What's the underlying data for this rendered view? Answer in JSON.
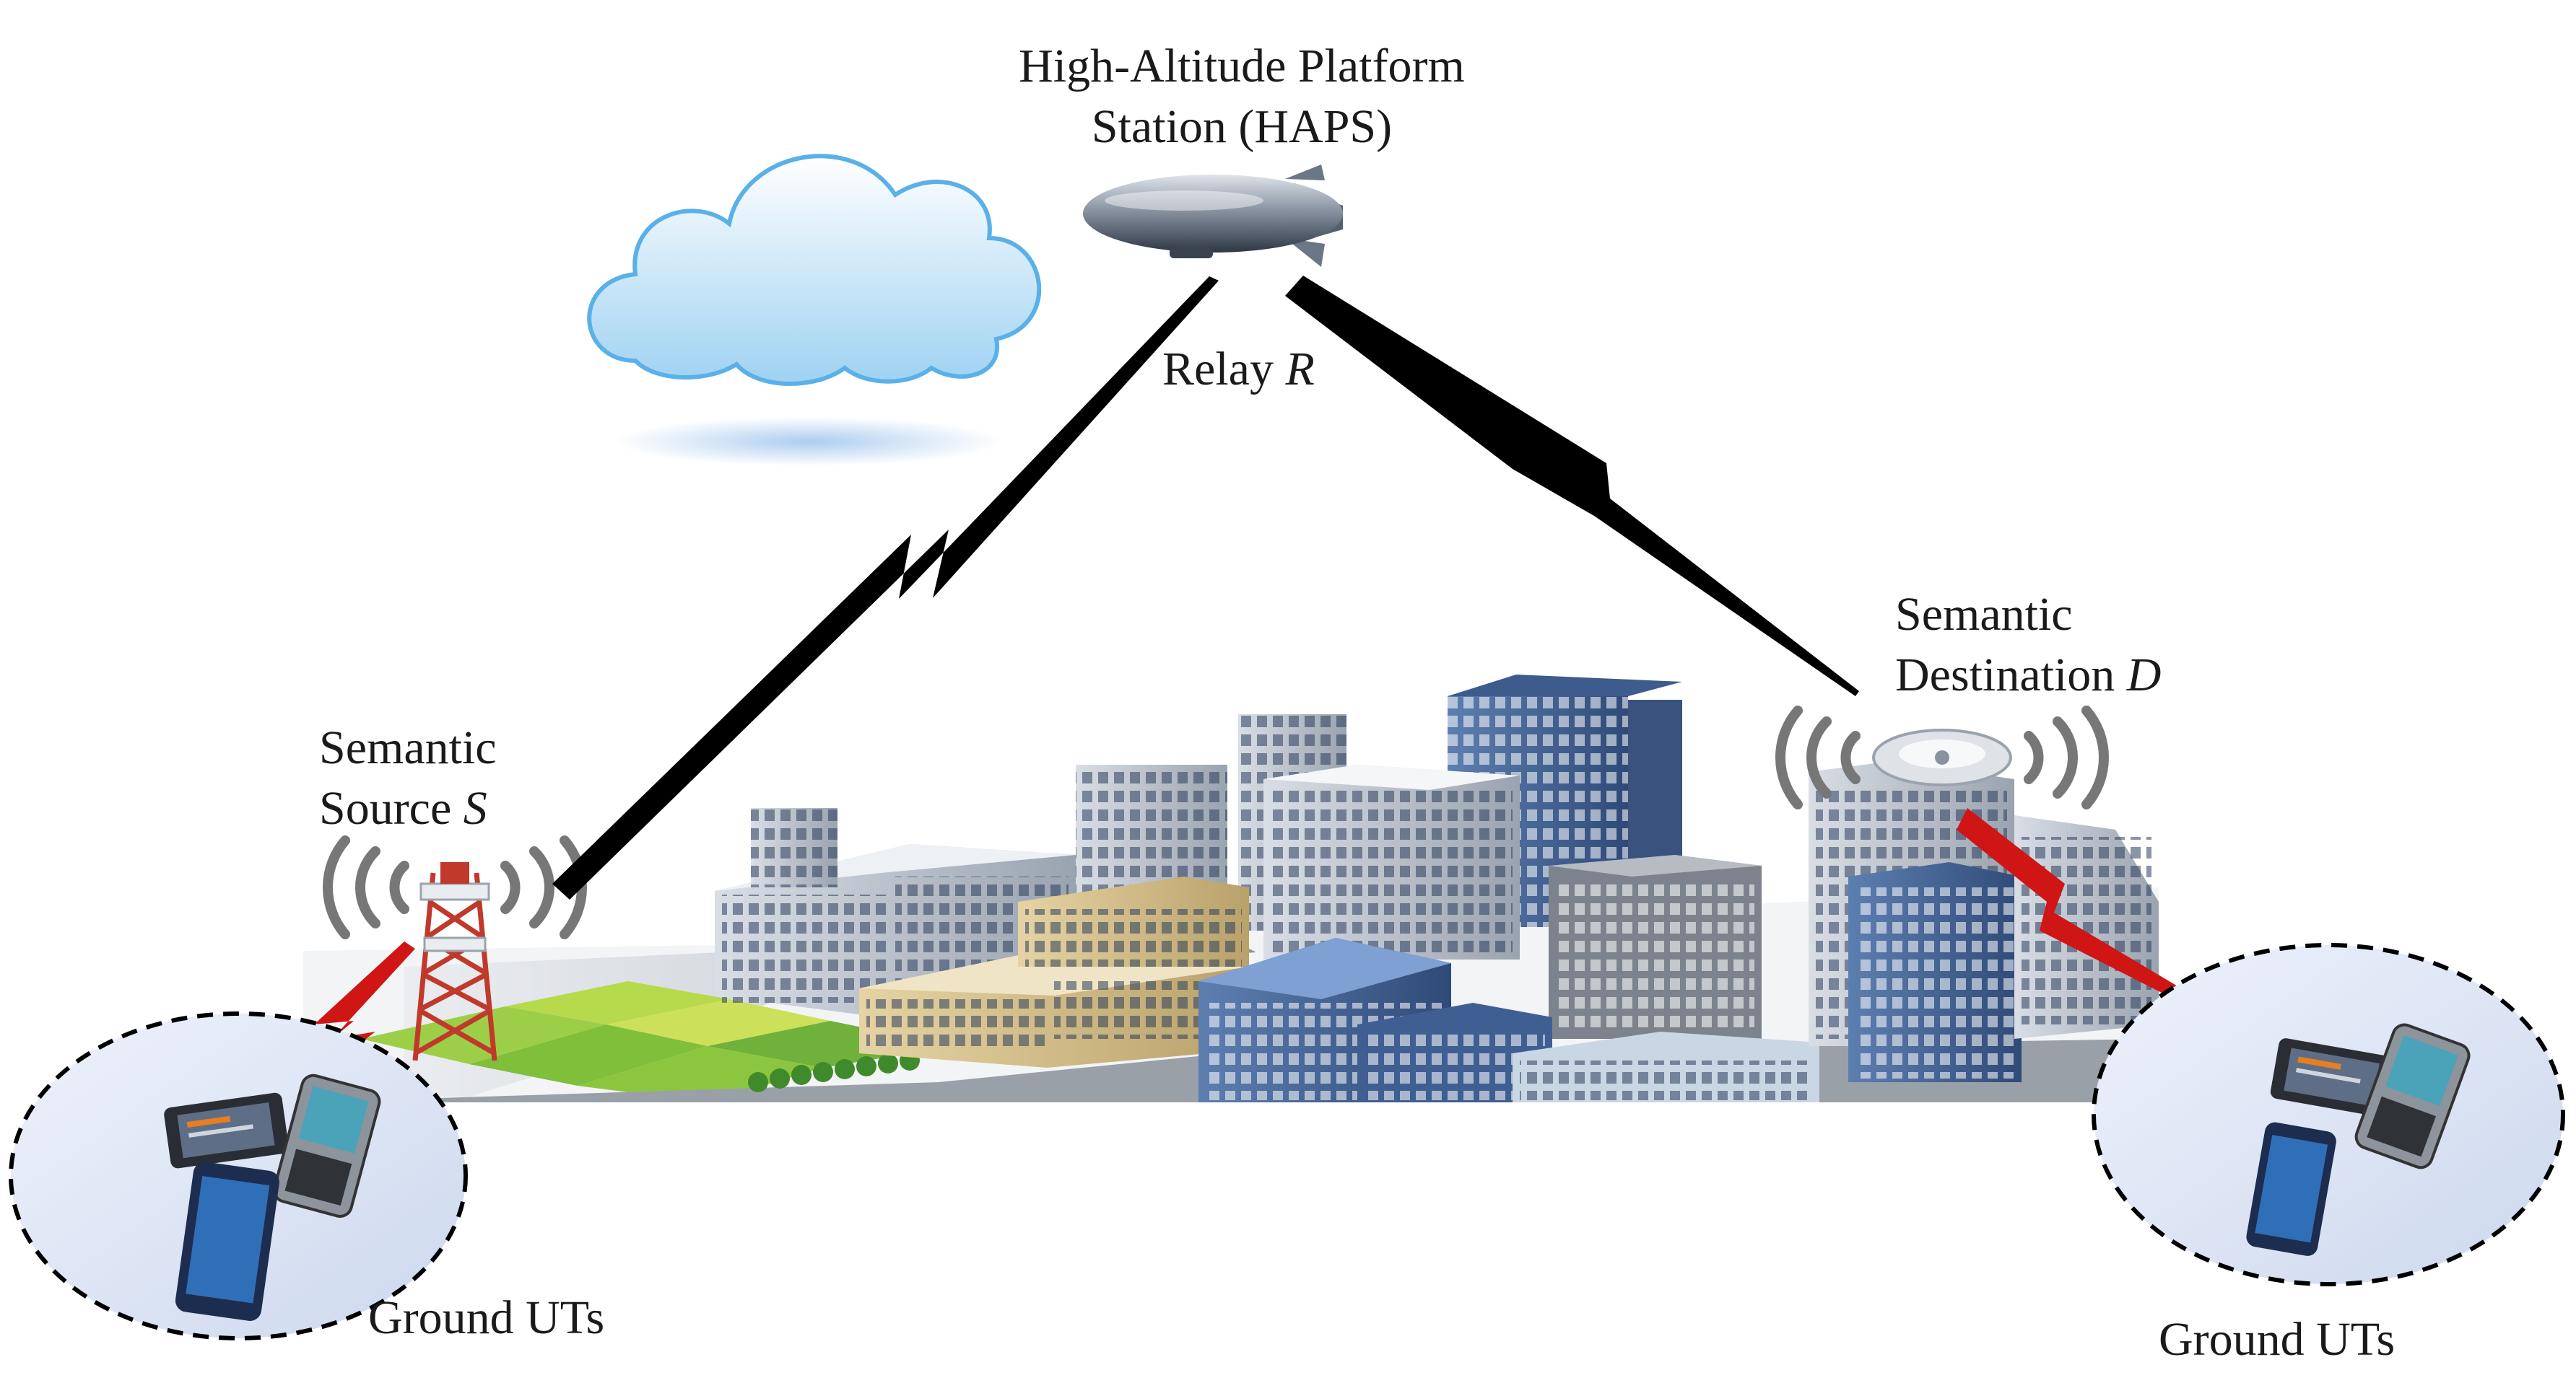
{
  "labels": {
    "haps_line1": "High-Altitude Platform",
    "haps_line2": "Station (HAPS)",
    "relay_text": "Relay",
    "relay_symbol": "R",
    "source_line1": "Semantic",
    "source_line2_text": "Source",
    "source_symbol": "S",
    "dest_line1": "Semantic",
    "dest_line2_text": "Destination",
    "dest_symbol": "D",
    "ground_left": "Ground UTs",
    "ground_right": "Ground UTs"
  },
  "colors": {
    "link_main": "#000000",
    "link_access": "#d01515",
    "cloud": "#bfe3f7",
    "airship": "#7a8595",
    "tower": "#c0392b",
    "grass": "#8cc63f",
    "road": "#8e9298"
  },
  "icons": {
    "haps": "airship-icon",
    "cloud": "cloud-icon",
    "source_node": "cell-tower-icon",
    "destination_node": "satellite-dish-icon",
    "devices": [
      "tablet-icon",
      "smartphone-icon",
      "pda-icon"
    ]
  }
}
